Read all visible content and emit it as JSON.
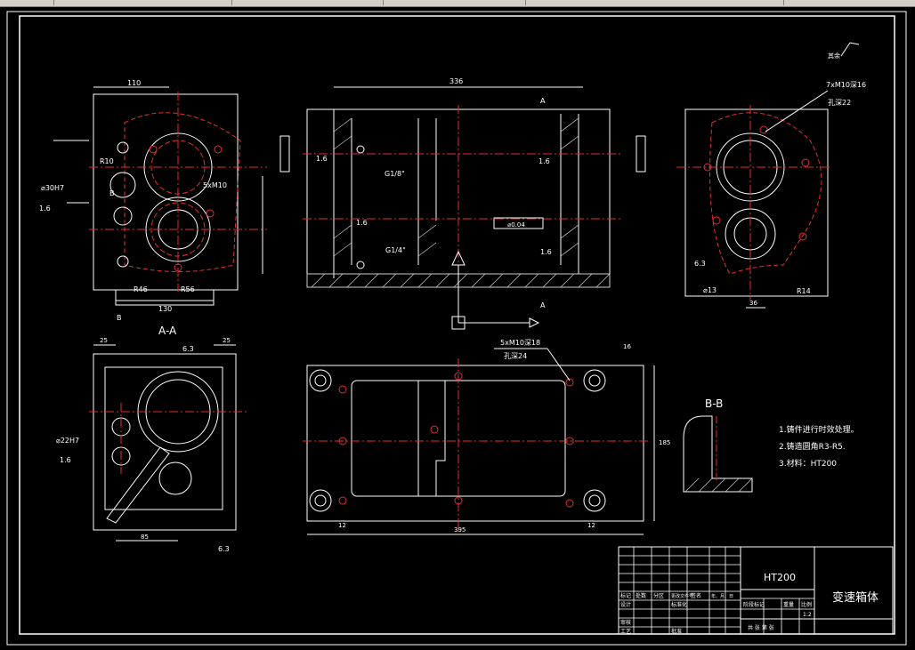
{
  "title_block": {
    "material": "HT200",
    "part_name": "变速箱体",
    "row_labels": [
      "标记",
      "处数",
      "分区",
      "更改文件号",
      "签名",
      "年、月、日"
    ],
    "design": "设计",
    "standardization": "标准化",
    "review": "审核",
    "process": "工艺",
    "approve": "批准",
    "stage_mark": "阶段标记",
    "weight": "重量",
    "scale_label": "比例",
    "scale": "1:2",
    "sheets": "共 张 第 张"
  },
  "notes": [
    "1.铸件进行时效处理。",
    "2.铸造圆角R3-R5.",
    "3.材料：HT200"
  ],
  "section_labels": {
    "aa": "A-A",
    "bb": "B-B",
    "a": "A",
    "b": "B"
  },
  "roughness_note": "其余",
  "callouts": {
    "holes_top": "7xM10深16",
    "holes_top_2": "孔深22",
    "holes_bottom": "5xM10深18",
    "holes_bottom_2": "孔深24",
    "thread_1": "G1/8\"",
    "thread_2": "G1/4\"",
    "m5": "5xM10",
    "dia30": "⌀30H7",
    "dia22": "⌀22H7",
    "flatness": "⌀0.04",
    "r10": "R10",
    "r46": "R46",
    "r56": "R56",
    "r14": "R14",
    "d13": "⌀13",
    "ra16": "1.6",
    "ra63": "6.3"
  },
  "dims": {
    "front_width": "336",
    "side_width": "110",
    "side_base": "130",
    "bottom_width": "395",
    "bottom_height": "185",
    "aa_left": "25",
    "aa_right": "25",
    "aa_bottom": "85",
    "d12": "12",
    "d16": "16",
    "d36": "36"
  }
}
